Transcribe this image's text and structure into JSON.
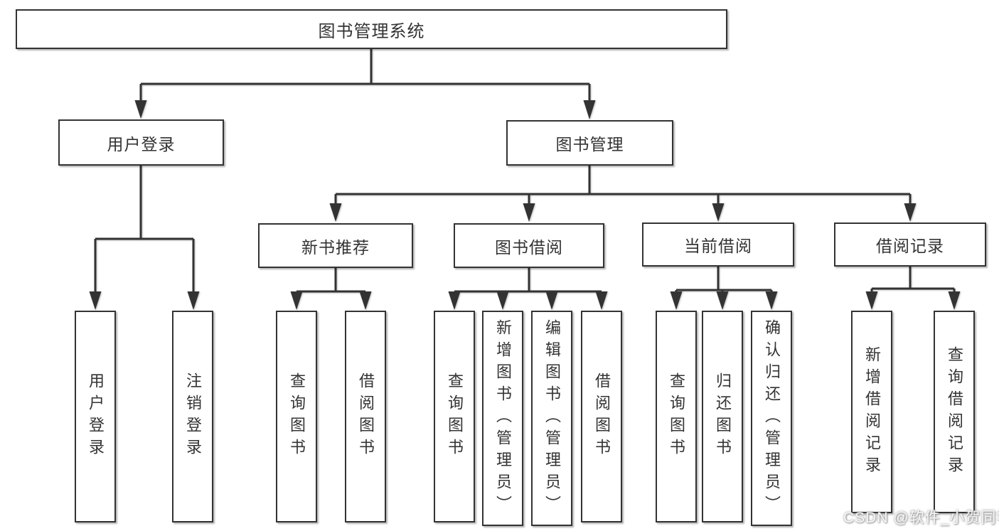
{
  "tree": {
    "root": "图书管理系统",
    "branches": [
      {
        "label": "用户登录",
        "leaves": [
          "用户登录",
          "注销登录"
        ]
      },
      {
        "label": "图书管理",
        "groups": [
          {
            "label": "新书推荐",
            "leaves": [
              "查询图书",
              "借阅图书"
            ]
          },
          {
            "label": "图书借阅",
            "leaves": [
              "查询图书",
              "新增图书（管理员）",
              "编辑图书（管理员）",
              "借阅图书"
            ]
          },
          {
            "label": "当前借阅",
            "leaves": [
              "查询图书",
              "归还图书",
              "确认归还（管理员）"
            ]
          },
          {
            "label": "借阅记录",
            "leaves": [
              "新增借阅记录",
              "查询借阅记录"
            ]
          }
        ]
      }
    ]
  },
  "watermark": "CSDN @软件_小贺同学",
  "colors": {
    "line": "#333333",
    "box_border": "#333333",
    "box_background": "#ffffff",
    "text": "#333333",
    "watermark_text": "#f7f7f7",
    "page_background": "#ffffff"
  }
}
